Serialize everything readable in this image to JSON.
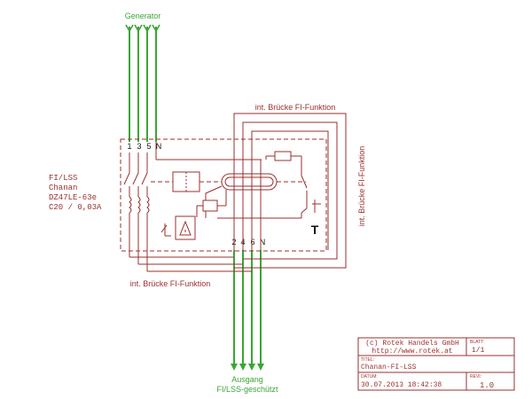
{
  "colors": {
    "supply": "#3aa635",
    "wiring": "#9b2f2f",
    "background": "#ffffff"
  },
  "labels": {
    "generator": "Generator",
    "bridge_top": "int. Brücke FI-Funktion",
    "bridge_bottom": "int. Brücke FI-Funktion",
    "bridge_right": "int. Brücke FI-Funktion",
    "output_line1": "Ausgang",
    "output_line2": "FI/LSS-geschützt"
  },
  "device": {
    "line1": "FI/LSS",
    "line2": "Chanan",
    "line3": "DZ47LE-63e",
    "line4": "C20 / 0,03A",
    "input_terminals": [
      "1",
      "3",
      "5",
      "N"
    ],
    "output_terminals": [
      "2",
      "4",
      "6",
      "N"
    ],
    "test_button": "T"
  },
  "title_block": {
    "company": "(c) Rotek Handels GmbH",
    "url": "http://www.rotek.at",
    "sheet_label": "BLATT:",
    "sheet_value": "1/1",
    "title_label": "TITEL:",
    "title_value": "Chanan-FI-LSS",
    "date_label": "DATUM:",
    "date_value": "30.07.2013 18:42:38",
    "rev_label": "REVI:",
    "rev_value": "1.0"
  }
}
